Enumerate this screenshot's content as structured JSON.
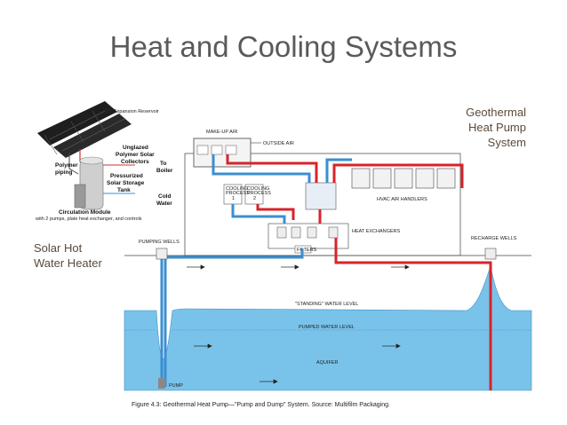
{
  "title": "Heat and Cooling Systems",
  "labels": {
    "geothermal_line1": "Geothermal",
    "geothermal_line2": "Heat Pump",
    "geothermal_line3": "System",
    "solar_line1": "Solar Hot",
    "solar_line2": "Water Heater"
  },
  "solar_diagram": {
    "expansion_reservoir": "Expansion Reservoir",
    "unglazed_1": "Unglazed",
    "unglazed_2": "Polymer Solar",
    "unglazed_3": "Collectors",
    "polymer_1": "Polymer",
    "polymer_2": "piping",
    "pressurized_1": "Pressurized",
    "pressurized_2": "Solar Storage",
    "pressurized_3": "Tank",
    "to_boiler_1": "To",
    "to_boiler_2": "Boiler",
    "cold_water_1": "Cold",
    "cold_water_2": "Water",
    "circulation_1": "Circulation Module",
    "circulation_2": "with 2 pumps, plate heat exchanger, and controls"
  },
  "geo_diagram": {
    "makeup_air": "MAKE-UP AIR",
    "outside_air": "OUTSIDE AIR",
    "cooling_process_1_a": "COOLING",
    "cooling_process_1_b": "PROCESS",
    "cooling_process_1_c": "1",
    "cooling_process_2_a": "COOLING",
    "cooling_process_2_b": "PROCESS",
    "cooling_process_2_c": "2",
    "hvac_air_handlers": "HVAC AIR HANDLERS",
    "heat_exchangers": "HEAT EXCHANGERS",
    "filters": "FILTERS",
    "pumping_wells": "PUMPING WELLS",
    "recharge_wells": "RECHARGE WELLS",
    "standing_water_level": "\"STANDING\" WATER LEVEL",
    "pumped_water_level": "PUMPED WATER LEVEL",
    "aquifer": "AQUIFER",
    "pump": "PUMP"
  },
  "caption": "Figure 4.3: Geothermal Heat Pump—\"Pump and Dump\" System. Source: Multifilm Packaging.",
  "colors": {
    "hot": "#d8232a",
    "cold": "#3a8fd0",
    "water": "#79c3ea",
    "title": "#5a5a5a"
  }
}
